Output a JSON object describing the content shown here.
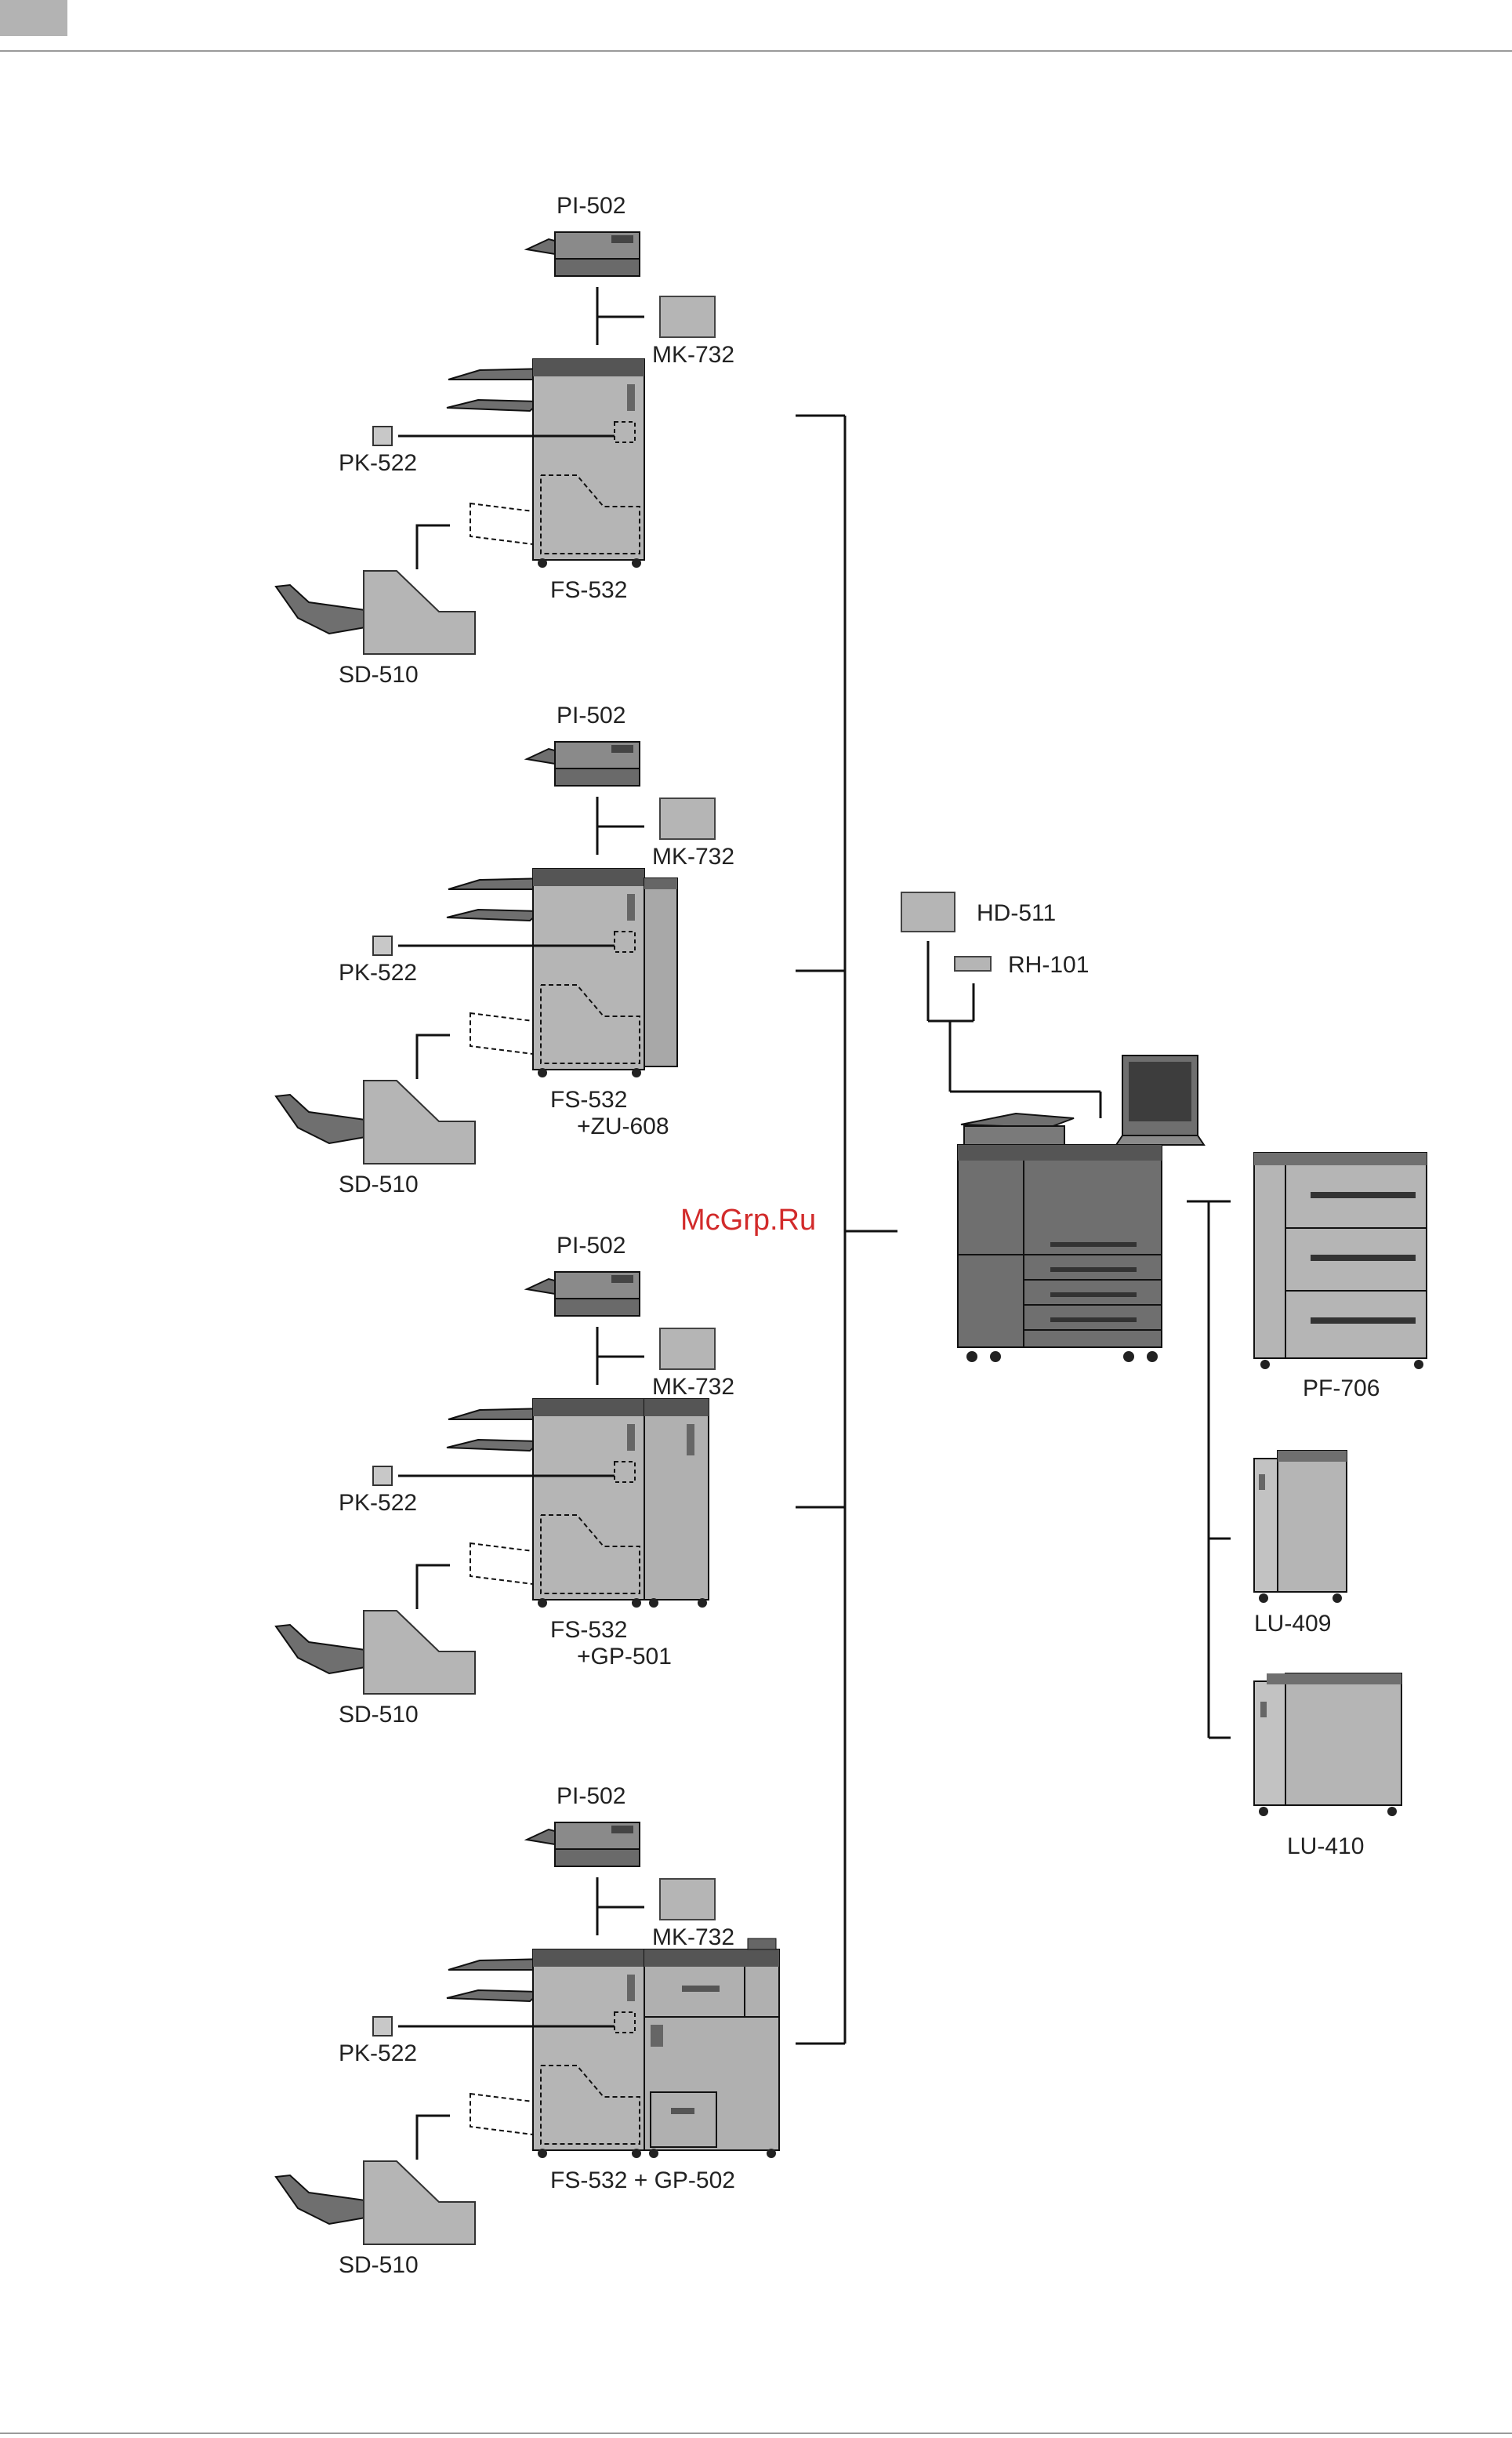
{
  "watermark": "McGrp.Ru",
  "finisher_groups": [
    {
      "inserter": "PI-502",
      "kit": "MK-732",
      "punch": "PK-522",
      "finisher": "FS-532",
      "finisher_line2": "",
      "saddle": "SD-510"
    },
    {
      "inserter": "PI-502",
      "kit": "MK-732",
      "punch": "PK-522",
      "finisher": "FS-532",
      "finisher_line2": "+ZU-608",
      "saddle": "SD-510"
    },
    {
      "inserter": "PI-502",
      "kit": "MK-732",
      "punch": "PK-522",
      "finisher": "FS-532",
      "finisher_line2": "+GP-501",
      "saddle": "SD-510"
    },
    {
      "inserter": "PI-502",
      "kit": "MK-732",
      "punch": "PK-522",
      "finisher": "FS-532 + GP-502",
      "finisher_line2": "",
      "saddle": "SD-510"
    }
  ],
  "main_unit_options": {
    "hdd": "HD-511",
    "relay": "RH-101"
  },
  "paper_feeders": {
    "feeder_1": "PF-706",
    "feeder_2": "LU-409",
    "feeder_3": "LU-410"
  },
  "colors": {
    "device_gray": "#b5b5b5",
    "device_dark": "#6f6f6f",
    "line": "#111111",
    "watermark": "#d22b2b"
  }
}
